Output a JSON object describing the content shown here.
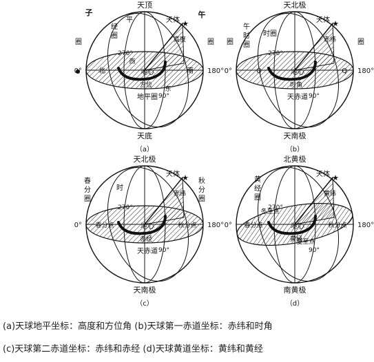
{
  "panels": [
    {
      "id": "a",
      "label": "（a）",
      "top": "天顶",
      "bottom": "天底",
      "body": "天体",
      "left_point": "北",
      "right_point": "南",
      "center": "地心",
      "left_value": "0°",
      "right_value": "180°",
      "north_label": "子",
      "south_label": "午",
      "meridian_label": "经圈",
      "meridian2_label": "平",
      "right_circle_label": "圈",
      "plane_label": "地平圈",
      "arc_label": "方位",
      "angle_label": "高度",
      "v270": "270°",
      "v90": "90°",
      "west": "西",
      "east": "东"
    },
    {
      "id": "b",
      "label": "（b）",
      "top": "天北极",
      "bottom": "天南极",
      "body": "天体",
      "left_point": "Q",
      "right_point": "Q",
      "center": "地心",
      "left_value": "0°",
      "right_value": "180°",
      "circle_left": "时圈",
      "circle_right": "圈",
      "circle_noon": "午",
      "circle_left2": "圈",
      "plane_label": "天赤道",
      "arc_label": "时角",
      "angle_label": "赤纬",
      "v270": "270°",
      "v90": "90°"
    },
    {
      "id": "c",
      "label": "（c）",
      "top": "天北极",
      "bottom": "天南极",
      "body": "天体",
      "left_point": "春分点",
      "right_point": "秋分点",
      "center": "地心",
      "left_value": "0°",
      "right_value": "180°",
      "col_left": "春分圈",
      "col_right": "秋分圈",
      "hour": "时",
      "plane_label": "天赤道",
      "arc_label": "赤经",
      "angle_label": "赤纬",
      "v270": "270°",
      "v90": "90°"
    },
    {
      "id": "d",
      "label": "（d）",
      "top": "北黄极",
      "bottom": "南黄极",
      "body": "天体",
      "left_point": "春分点",
      "right_point": "秋分点",
      "center": "地心",
      "left_value": "0°",
      "right_value": "180°",
      "circle_left": "黄经圈",
      "solstice_w": "冬至点",
      "solstice_s": "夏至点",
      "arc_label": "黄经",
      "angle_label": "黄纬",
      "v270": "270°",
      "v90": "90°"
    }
  ],
  "captions": {
    "line1": "(a)天球地平坐标：高度和方位角 (b)天球第一赤道坐标：赤纬和时角",
    "line2": "(c)天球第二赤道坐标：赤纬和赤经 (d)天球黄道坐标：黄纬和黄经"
  }
}
